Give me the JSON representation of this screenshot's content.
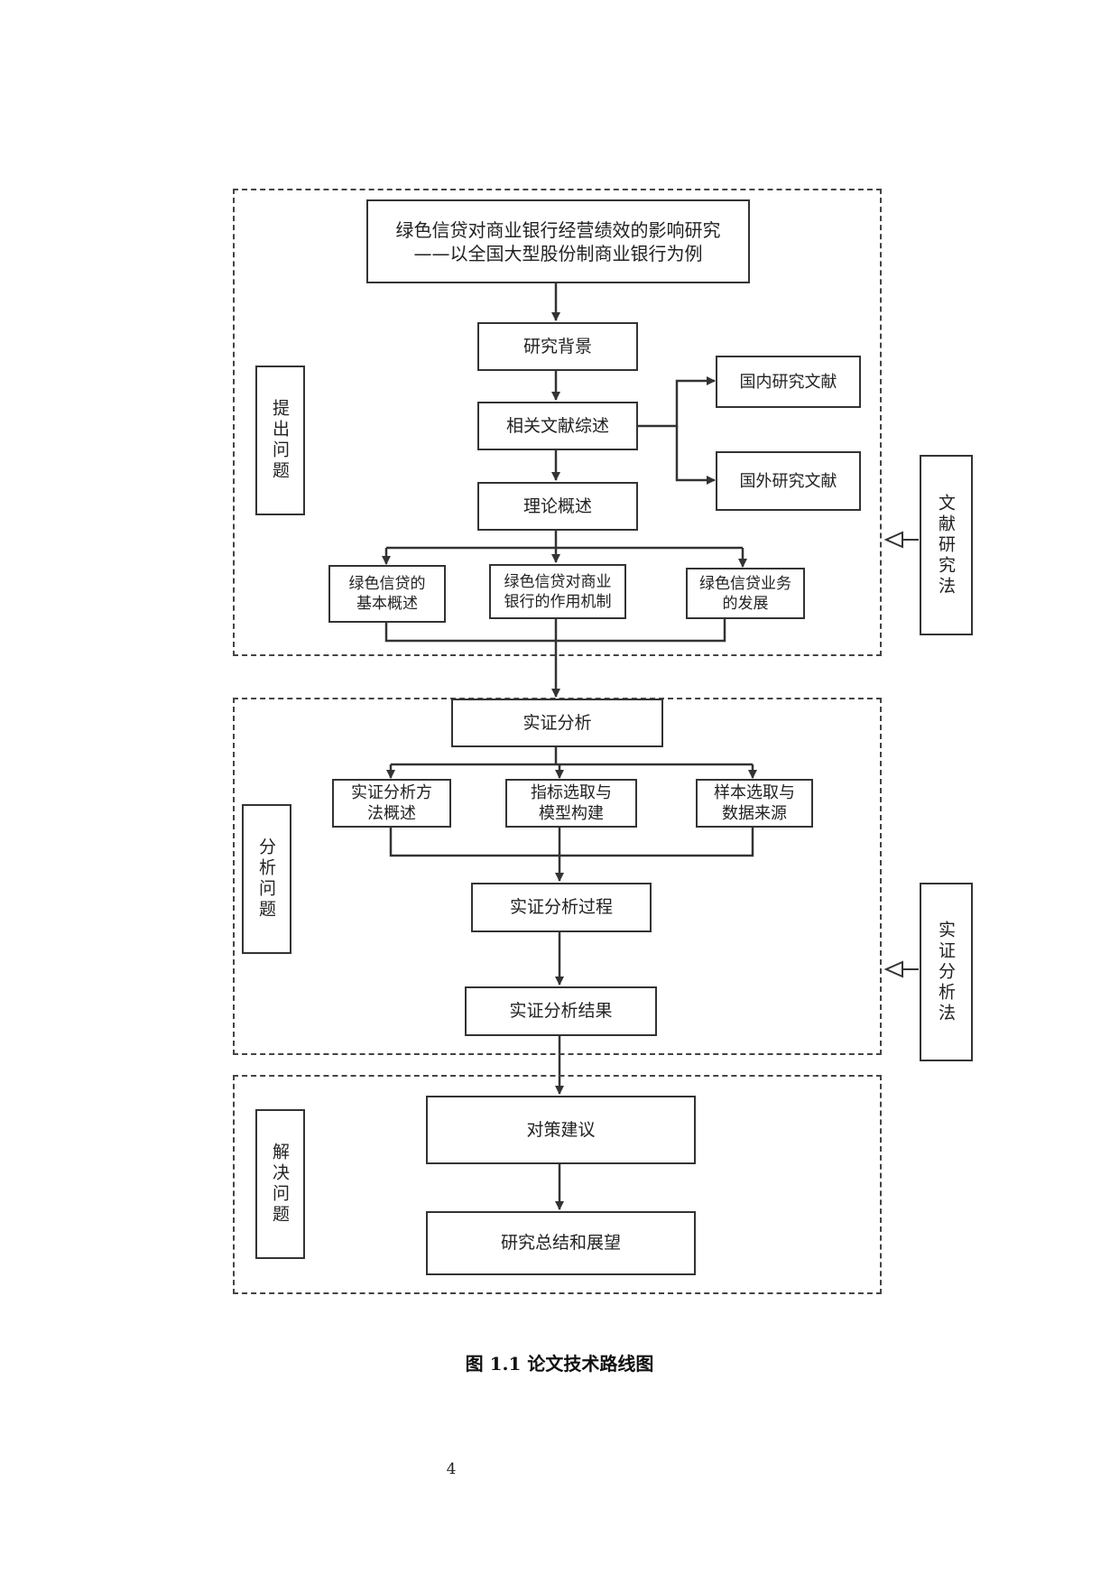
{
  "title_box": {
    "line1": "绿色信贷对商业银行经营绩效的影响研究",
    "line2": "——以全国大型股份制商业银行为例"
  },
  "nodes": {
    "research_background": "研究背景",
    "literature_review": "相关文献综述",
    "domestic_literature": "国内研究文献",
    "foreign_literature": "国外研究文献",
    "theory_overview": "理论概述",
    "green_credit_basics": "绿色信贷的\n基本概述",
    "green_credit_mechanism": "绿色信贷对商业\n银行的作用机制",
    "green_credit_development": "绿色信贷业务\n的发展",
    "empirical_analysis": "实证分析",
    "empirical_method_overview": "实证分析方\n法概述",
    "indicator_model": "指标选取与\n模型构建",
    "sample_data_source": "样本选取与\n数据来源",
    "empirical_process": "实证分析过程",
    "empirical_results": "实证分析结果",
    "policy_suggestions": "对策建议",
    "summary_outlook": "研究总结和展望"
  },
  "phases": {
    "raise_problem": "提出问题",
    "analyze_problem": "分析问题",
    "solve_problem": "解决问题"
  },
  "methods": {
    "literature_method": "文献研究法",
    "empirical_method": "实证分析法"
  },
  "caption": "图 1.1 论文技术路线图",
  "page_number": "4"
}
